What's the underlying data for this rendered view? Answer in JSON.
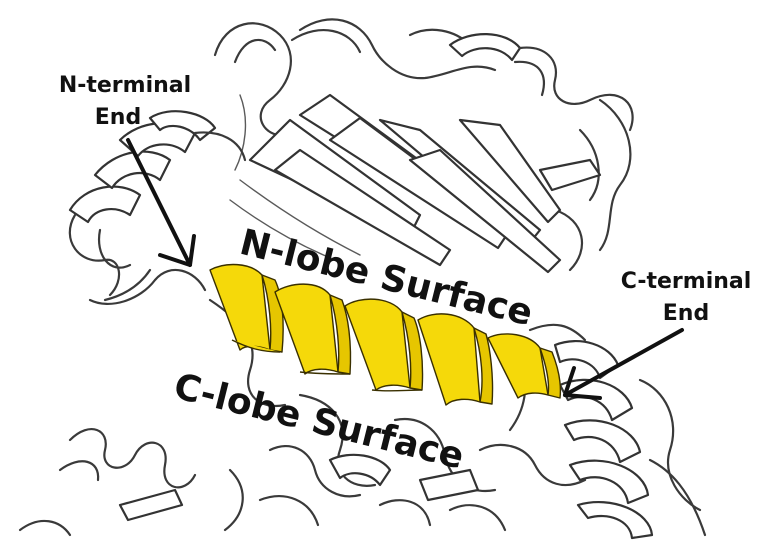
{
  "labels": {
    "n_terminal_line1": "N-terminal",
    "n_terminal_line2": "End",
    "c_terminal_line1": "C-terminal",
    "c_terminal_line2": "End",
    "n_lobe": "N-lobe Surface",
    "c_lobe": "C-lobe Surface"
  },
  "colors": {
    "helix": "#F5D90A",
    "outline": "#333333",
    "text": "#111111"
  }
}
